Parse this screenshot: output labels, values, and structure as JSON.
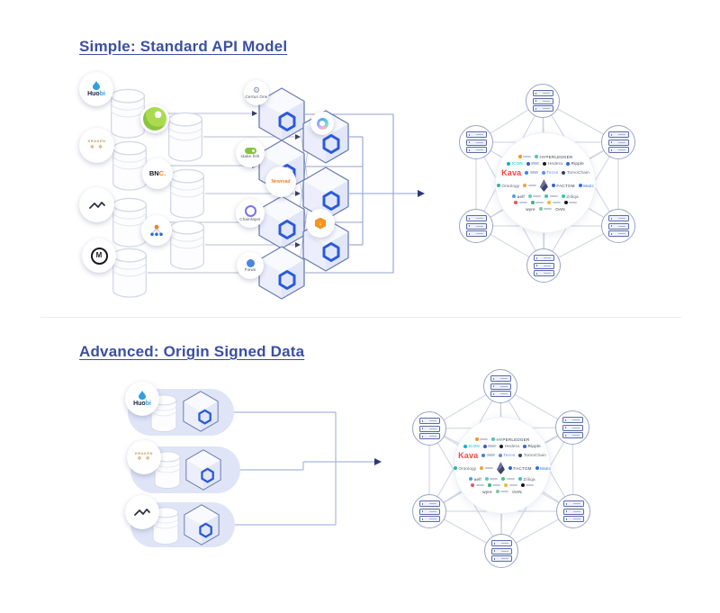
{
  "titles": {
    "simple": "Simple: Standard API Model",
    "advanced": "Advanced: Origin Signed Data"
  },
  "colors": {
    "title": "#3c4fa3",
    "chainlink_blue": "#2a5ada",
    "kava_red": "#ff433e",
    "pill_bg": "#dfe5f7"
  },
  "sources": {
    "huobi": {
      "text_dark": "Huo",
      "text_blue": "bi"
    },
    "kraken": {
      "wordmark": "KRAKEN",
      "diamonds": "❖ ❖"
    },
    "alpha_vantage": {
      "name": "Alpha Vantage"
    },
    "coinmarketcap": {
      "letter": "M"
    },
    "coingecko": {
      "name": "CoinGecko"
    },
    "bnc": {
      "text_dark": "BN",
      "text_orange": "C."
    },
    "amberdata": {
      "name": "Amberdata"
    }
  },
  "oracle_nodes": {
    "certus": "Certus One",
    "stakefish": "stake.fish",
    "chainlayer": "Chainlayer",
    "fiews": "Fiews",
    "snz": "SNZPool",
    "newroad": "Newroad",
    "linkpool": "LinkPool"
  },
  "network": {
    "center_logos": [
      [
        {
          "c": "#f7931a"
        },
        {
          "c": "#49c6b7",
          "t": "HYPERLEDGER",
          "tc": "#3a4652"
        }
      ],
      [
        {
          "c": "#00b8c5",
          "t": "ICON",
          "tc": "#00b8c5"
        },
        {
          "c": "#4056c9"
        },
        {
          "c": "#1c1c20",
          "t": "Hedera",
          "tc": "#5a6672"
        },
        {
          "c": "#3166d8",
          "t": "Ripple",
          "tc": "#3a4652"
        }
      ],
      [
        {
          "t": "Kava",
          "tc": "#ff433e",
          "big": true
        },
        {
          "c": "#3b82e0"
        },
        {
          "c": "#5a8ff0",
          "t": "Tezos",
          "tc": "#5a8ff0"
        },
        {
          "c": "#33406e",
          "t": "TomoChain",
          "tc": "#5a6672"
        }
      ],
      [
        {
          "c": "#35b2a2",
          "t": "Ontology",
          "tc": "#5a6672"
        },
        {
          "c": "#f0a43c"
        },
        {
          "eth": true
        },
        {
          "c": "#2f66d0",
          "t": "FACTOM",
          "tc": "#3a4652"
        },
        {
          "c": "#2e6bf0",
          "t": "Matic",
          "tc": "#2e6bf0"
        }
      ],
      [
        {
          "c": "#49a1e9",
          "t": "aelf",
          "tc": "#3a4652"
        },
        {
          "c": "#62c9c2"
        },
        {
          "c": "#45c48f"
        },
        {
          "c": "#2fc7b2",
          "t": "Zilliqa",
          "tc": "#5a6672"
        }
      ],
      [
        {
          "c": "#e85560"
        },
        {
          "c": "#37b27a"
        },
        {
          "c": "#f2b63e"
        },
        {
          "c": "#17171a"
        }
      ],
      [
        {
          "t": "wyre",
          "tc": "#2c3150"
        },
        {
          "c": "#7fc7a2"
        },
        {
          "t": "OAN",
          "tc": "#30343c"
        }
      ]
    ]
  }
}
